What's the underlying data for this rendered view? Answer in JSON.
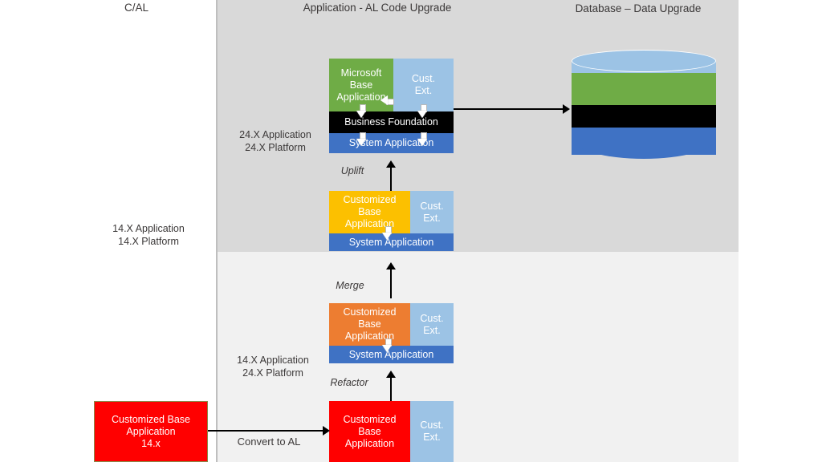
{
  "headers": {
    "left": "C/AL",
    "middle": "Application - AL Code Upgrade",
    "right": "Database – Data Upgrade"
  },
  "version_labels": {
    "top": "24.X Application\n24.X Platform",
    "top_line1": "24.X Application",
    "top_line2": "24.X Platform",
    "middle_line1": "14.X Application",
    "middle_line2": "14.X Platform",
    "lower_line1": "14.X Application",
    "lower_line2": "24.X Platform"
  },
  "stacks": {
    "target_24x": {
      "base_app": "Microsoft\nBase\nApplication",
      "base_app_l1": "Microsoft",
      "base_app_l2": "Base",
      "base_app_l3": "Application",
      "cust_ext_l1": "Cust.",
      "cust_ext_l2": "Ext.",
      "business_foundation": "Business Foundation",
      "system_application": "System Application",
      "colors": {
        "base_app": "#6fac46",
        "cust_ext": "#9cc3e5",
        "business_foundation": "#000000",
        "system_application": "#3f72c4"
      }
    },
    "merged_14x": {
      "base_app_l1": "Customized",
      "base_app_l2": "Base",
      "base_app_l3": "Application",
      "cust_ext_l1": "Cust.",
      "cust_ext_l2": "Ext.",
      "system_application": "System Application",
      "colors": {
        "base_app": "#fcc000",
        "cust_ext": "#9cc3e5",
        "system_application": "#3f72c4"
      }
    },
    "refactored": {
      "base_app_l1": "Customized",
      "base_app_l2": "Base",
      "base_app_l3": "Application",
      "cust_ext_l1": "Cust.",
      "cust_ext_l2": "Ext.",
      "system_application": "System Application",
      "colors": {
        "base_app": "#ed7d31",
        "cust_ext": "#9cc3e5",
        "system_application": "#3f72c4"
      }
    },
    "converted": {
      "base_app_l1": "Customized",
      "base_app_l2": "Base",
      "base_app_l3": "Application",
      "cust_ext_l1": "Cust.",
      "cust_ext_l2": "Ext.",
      "colors": {
        "base_app": "#ff0000",
        "cust_ext": "#9cc3e5"
      }
    },
    "source_cal": {
      "line1": "Customized Base",
      "line2": "Application",
      "line3": "14.x",
      "color": "#ff0000"
    }
  },
  "arrow_labels": {
    "uplift": "Uplift",
    "merge": "Merge",
    "refactor": "Refactor",
    "convert": "Convert to AL"
  },
  "database": {
    "bands": [
      {
        "name": "cust-ext-band",
        "color": "#9cc3e5"
      },
      {
        "name": "base-application-band",
        "color": "#6fac46"
      },
      {
        "name": "business-foundation-band",
        "color": "#000000"
      },
      {
        "name": "system-application-band",
        "color": "#3f72c4"
      }
    ]
  }
}
